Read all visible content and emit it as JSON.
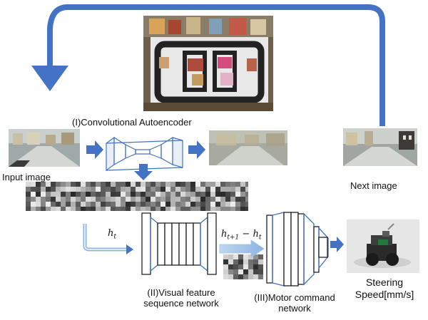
{
  "labels": {
    "conv_autoencoder": "(I)Convolutional Autoencoder",
    "input_image": "Input image",
    "next_image": "Next image",
    "visual_net_line1": "(II)Visual feature",
    "visual_net_line2": "sequence network",
    "motor_net_line1": "(III)Motor command",
    "motor_net_line2": "network",
    "output_line1": "Steering",
    "output_line2": "Speed[mm/s]"
  },
  "math": {
    "h_t_base": "h",
    "h_t_sub": "t",
    "diff_a": "h",
    "diff_a_sub": "t+1",
    "diff_minus": " − ",
    "diff_b": "h",
    "diff_b_sub": "t"
  },
  "colors": {
    "accent_blue": "#4472c4",
    "arrow_fill": "#3f6fc4",
    "light_arrow": "#9dc3e6",
    "network_stroke": "#1f1f1f"
  },
  "icons": {
    "loop_arrow": "curved-feedback-arrow",
    "flow_arrow": "block-right-arrow",
    "down_arrow": "block-down-arrow"
  }
}
